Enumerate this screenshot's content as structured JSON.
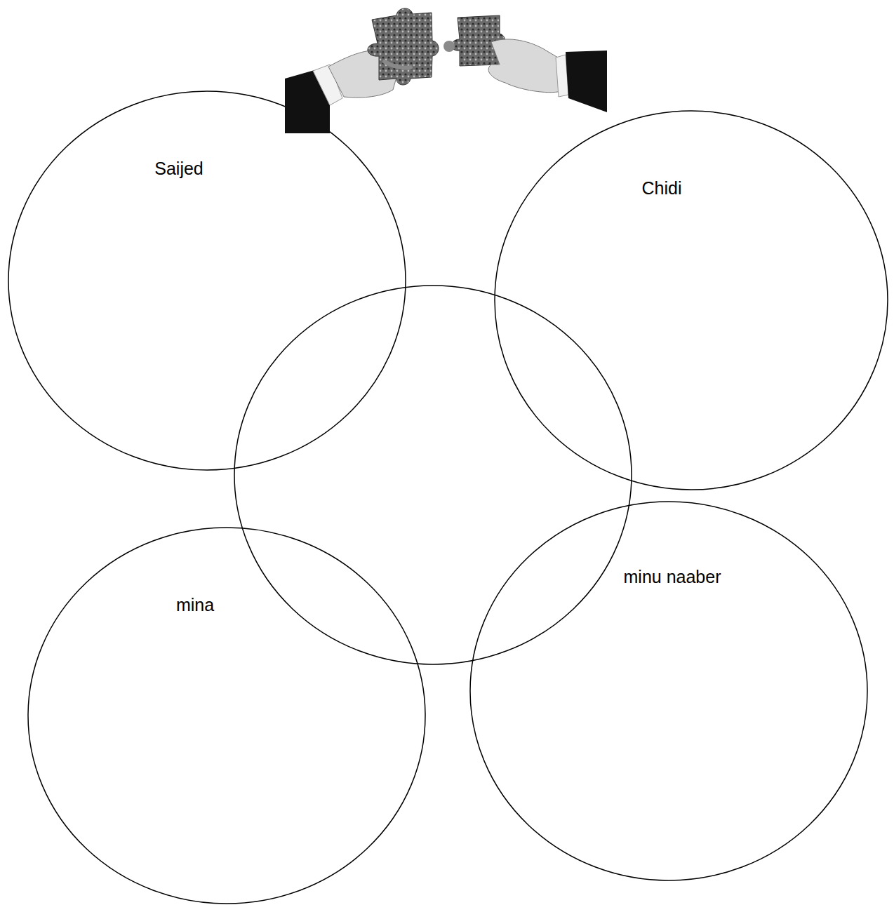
{
  "diagram": {
    "nodes": [
      {
        "text": [
          "Saijed"
        ]
      },
      {
        "text": [
          "Chidi"
        ]
      },
      {
        "text": [
          "mina"
        ]
      },
      {
        "text": [
          "minu naaber"
        ]
      }
    ]
  }
}
